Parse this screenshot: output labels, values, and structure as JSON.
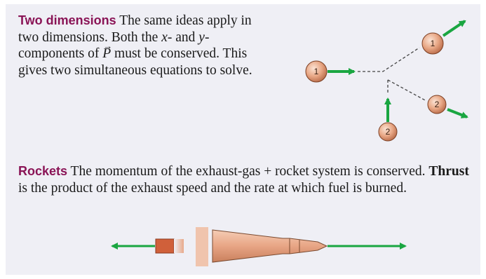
{
  "two_dimensions": {
    "heading": "Two dimensions",
    "text_before_x": " The same ideas apply in two dimensions. Both the ",
    "x_var": "x",
    "text_and": "- and ",
    "y_var": "y",
    "text_components": "-components of ",
    "vector_symbol": "P",
    "text_after": " must be conserved. This gives two simultaneous equations to solve.",
    "balls": [
      "1",
      "1",
      "2",
      "2"
    ]
  },
  "rockets": {
    "heading": "Rockets",
    "text_before": " The momentum of the exhaust-gas + rocket system is conserved. ",
    "bold_term": "Thrust",
    "text_after": " is the product of the exhaust speed and the rate at which fuel is burned."
  },
  "colors": {
    "panel_bg": "#efeff5",
    "heading": "#8a1456",
    "arrow_green": "#1aa641",
    "ball": "#e8a785",
    "rocket_body": "#e8a585",
    "exhaust_gas": "#d0603a"
  },
  "icons": [
    "ball-icon",
    "green-arrow-icon",
    "rocket-icon",
    "exhaust-gas-icon"
  ]
}
